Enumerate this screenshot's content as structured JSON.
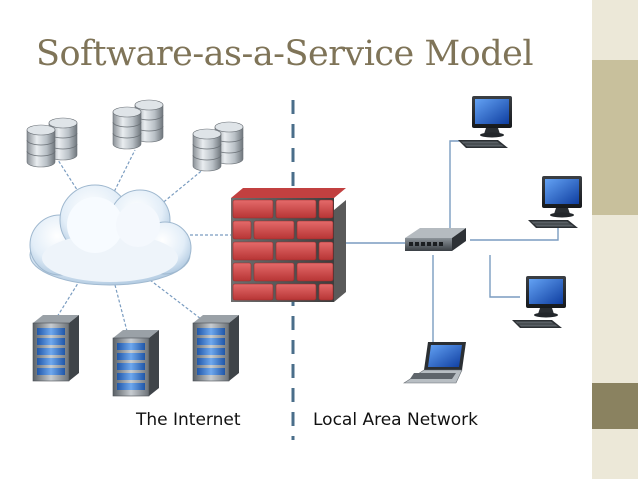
{
  "slide": {
    "title": "Software-as-a-Service Model",
    "labels": {
      "internet": "The Internet",
      "lan": "Local Area Network"
    }
  },
  "colors": {
    "title": "#7f7458",
    "side_bar_light": "#ece8d8",
    "side_bar_mid": "#c8c09c",
    "side_bar_dark": "#8a8260",
    "divider": "#4a6e8a",
    "connectors": "#7a9cc0",
    "brick": "#d14b4b",
    "screen": "#1f5fd0"
  },
  "icons": {
    "cloud": "cloud-icon",
    "database": "database-icon",
    "server": "server-rack-icon",
    "firewall": "firewall-icon",
    "switch": "network-switch-icon",
    "workstation": "desktop-computer-icon",
    "laptop": "laptop-icon"
  }
}
